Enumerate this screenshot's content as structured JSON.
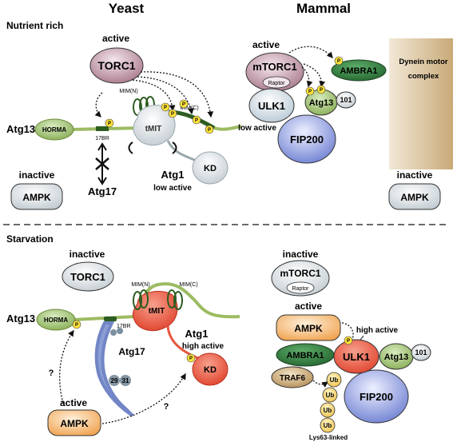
{
  "headers": {
    "yeast": "Yeast",
    "mammal": "Mammal"
  },
  "sections": {
    "nutrient_rich": "Nutrient rich",
    "starvation": "Starvation"
  },
  "common": {
    "active": "active",
    "inactive": "inactive",
    "low_active": "low active",
    "high_active": "high active",
    "p": "P",
    "question": "?"
  },
  "labels": {
    "torc1": "TORC1",
    "atg13": "Atg13",
    "horma": "HORMA",
    "br17": "17BR",
    "mim_n": "MIM(N)",
    "mim_c": "MIM(C)",
    "tmit": "tMIT",
    "atg1": "Atg1",
    "kd": "KD",
    "atg17": "Atg17",
    "ampk": "AMPK",
    "mtorc1": "mTORC1",
    "raptor": "Raptor",
    "ambra1": "AMBRA1",
    "ulk1": "ULK1",
    "atg13_m": "Atg13",
    "n101": "101",
    "fip200": "FIP200",
    "dynein_1": "Dynein motor",
    "dynein_2": "complex",
    "traf6": "TRAF6",
    "ub": "Ub",
    "lys63": "Lys63-linked",
    "n29": "29",
    "n31": "31"
  },
  "colors": {
    "torc1": "#b98a9e",
    "horma": "#95b45a",
    "backbone": "#9dbb62",
    "dark_green": "#2e5d22",
    "tmit_grey": "#b4c3c8",
    "tmit_red": "#e8553f",
    "kd_grey": "#a9bcc6",
    "ampk_grey": "#c7d0d6",
    "ampk_orange": "#f3b46c",
    "ulk_grey": "#cfdde6",
    "fip200": "#7f8fd6",
    "ambra1": "#2f7a3d",
    "traf6": "#c6a570",
    "ub": "#f3cf6a",
    "dynein": "#d4bb90",
    "atg17": "#8b9fd6",
    "p_yellow": "#ffe23a"
  }
}
